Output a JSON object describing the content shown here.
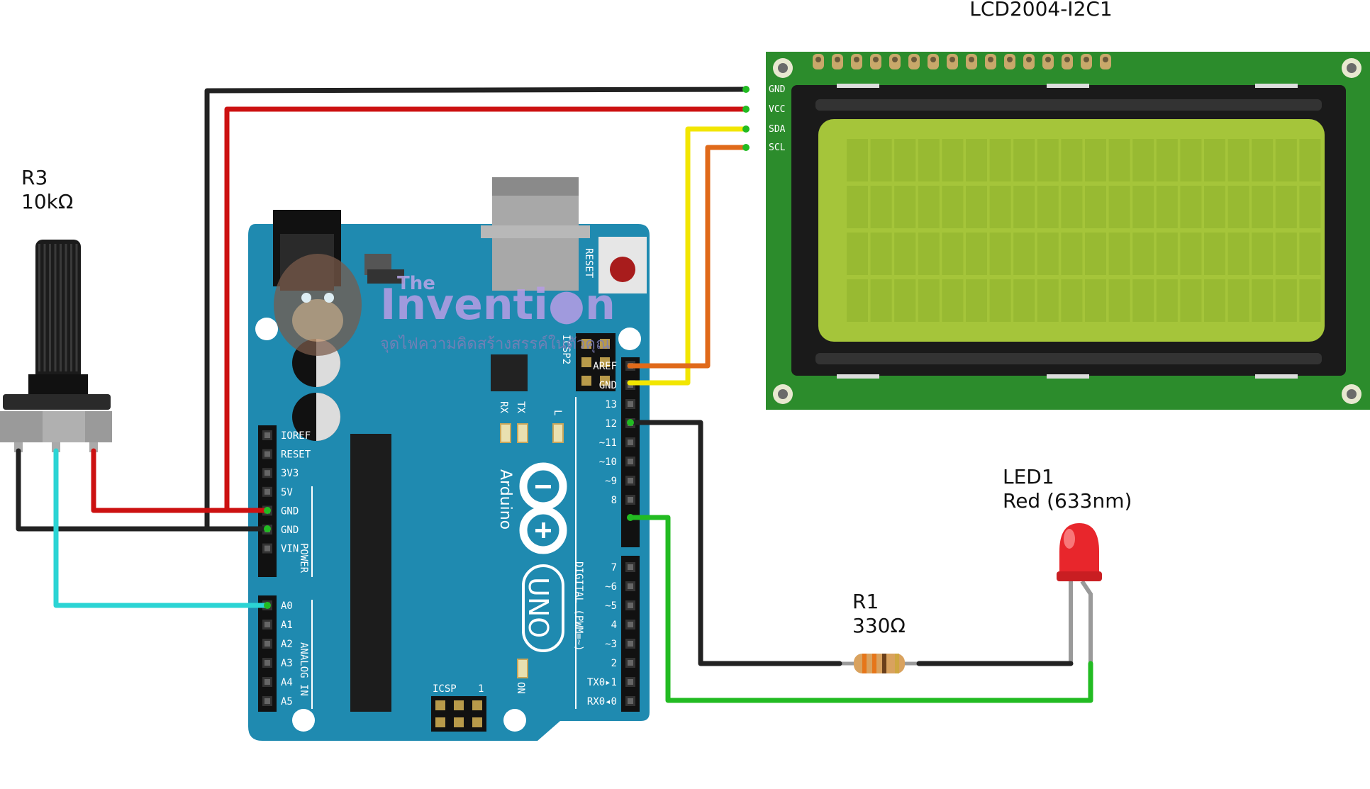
{
  "components": {
    "lcd": {
      "name": "LCD2004-I2C1",
      "pins": [
        "GND",
        "VCC",
        "SDA",
        "SCL"
      ]
    },
    "potentiometer": {
      "ref": "R3",
      "value": "10kΩ"
    },
    "led": {
      "ref": "LED1",
      "value": "Red (633nm)"
    },
    "resistor": {
      "ref": "R1",
      "value": "330Ω"
    }
  },
  "arduino": {
    "logo_text": "Arduino",
    "model_text": "UNO",
    "reset_label": "RESET",
    "icsp_label": "ICSP",
    "icsp_pin1": "1",
    "icsp2_label": "ICSP2",
    "tx_label": "TX",
    "rx_label": "RX",
    "l_label": "L",
    "on_label": "ON",
    "power_header_label": "POWER",
    "analog_header_label": "ANALOG IN",
    "digital_header_label": "DIGITAL (PWM=~)",
    "power_pins": [
      "IOREF",
      "RESET",
      "3V3",
      "5V",
      "GND",
      "GND",
      "VIN"
    ],
    "analog_pins": [
      "A0",
      "A1",
      "A2",
      "A3",
      "A4",
      "A5"
    ],
    "digital_upper_pins": [
      "AREF",
      "GND",
      "13",
      "12",
      "~11",
      "~10",
      "~9",
      "8"
    ],
    "digital_lower_pins": [
      "7",
      "~6",
      "~5",
      "4",
      "~3",
      "2",
      "TX0▸1",
      "RX0◂0"
    ]
  },
  "watermark": {
    "small": "The",
    "big": "Inventi●n",
    "tagline": "จุดไฟความคิดสร้างสรรค์ในตัวคุณ"
  },
  "colors": {
    "board": "#1f8ab0",
    "lcd_pcb": "#2c8c2c",
    "lcd_screen": "#a5c53a",
    "wire_black": "#222222",
    "wire_red": "#cc1111",
    "wire_yellow": "#f2e600",
    "wire_orange": "#e06a1a",
    "wire_cyan": "#2bd4d4",
    "wire_green": "#22bb22",
    "led_red": "#e8262c"
  }
}
